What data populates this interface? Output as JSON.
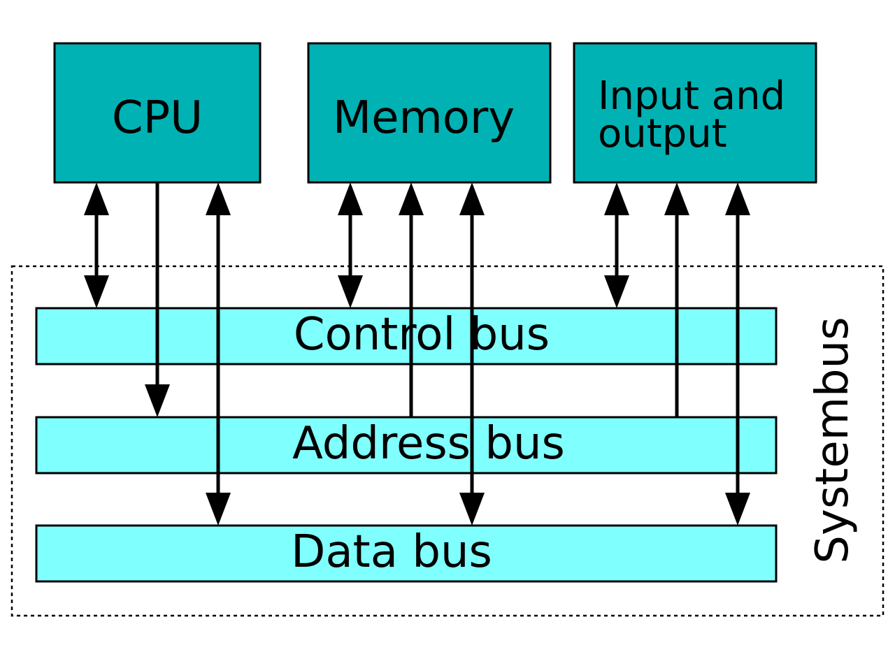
{
  "colors": {
    "component_fill": "#00b2b4",
    "bus_fill": "#80ffff",
    "line": "#000000",
    "background": "#ffffff"
  },
  "components": {
    "cpu": {
      "label": "CPU"
    },
    "memory": {
      "label": "Memory"
    },
    "io": {
      "label_line1": "Input and",
      "label_line2": "output"
    }
  },
  "buses": {
    "control": {
      "label": "Control bus"
    },
    "address": {
      "label": "Address bus"
    },
    "data": {
      "label": "Data bus"
    }
  },
  "system_bus": {
    "label": "Systembus"
  },
  "connections": [
    {
      "from": "CPU",
      "to": "Control bus",
      "direction": "bidirectional"
    },
    {
      "from": "CPU",
      "to": "Address bus",
      "direction": "to-bus"
    },
    {
      "from": "CPU",
      "to": "Data bus",
      "direction": "bidirectional"
    },
    {
      "from": "Memory",
      "to": "Control bus",
      "direction": "bidirectional"
    },
    {
      "from": "Memory",
      "to": "Address bus",
      "direction": "to-component"
    },
    {
      "from": "Memory",
      "to": "Data bus",
      "direction": "bidirectional"
    },
    {
      "from": "Input and output",
      "to": "Control bus",
      "direction": "bidirectional"
    },
    {
      "from": "Input and output",
      "to": "Address bus",
      "direction": "to-component"
    },
    {
      "from": "Input and output",
      "to": "Data bus",
      "direction": "bidirectional"
    }
  ]
}
